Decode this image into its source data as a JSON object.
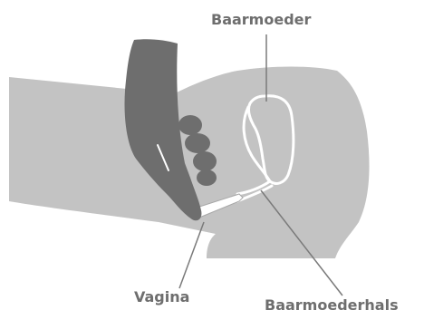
{
  "labels": {
    "uterus": "Baarmoeder",
    "vagina": "Vagina",
    "cervix": "Baarmoederhals"
  },
  "colors": {
    "body_fill": "#c3c3c3",
    "hand_fill": "#6e6e6e",
    "outline_white": "#ffffff",
    "leader_line": "#7a7a7a",
    "label_text": "#6e6e6e",
    "background": "#ffffff"
  }
}
